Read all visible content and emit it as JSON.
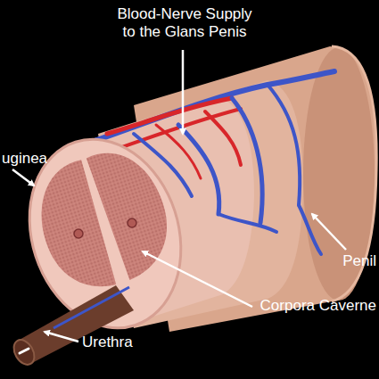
{
  "diagram": {
    "labels": [
      "Blood-Nerve Supply to the Glans Penis",
      "uginea",
      "Penil",
      "Corpora Caverne",
      "Urethra"
    ]
  }
}
